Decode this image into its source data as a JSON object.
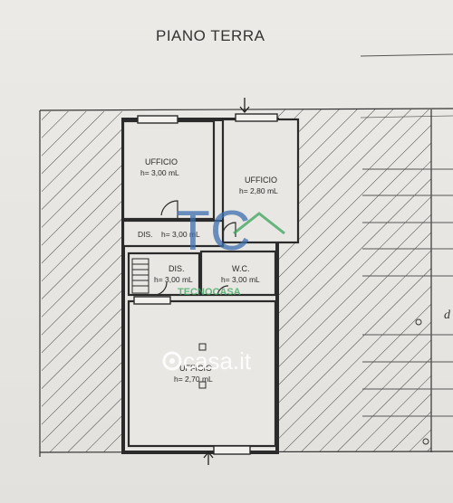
{
  "title": "PIANO TERRA",
  "rooms": [
    {
      "id": "ufficio-1",
      "name": "UFFICIO",
      "height": "h= 3,00 mL"
    },
    {
      "id": "ufficio-2",
      "name": "UFFICIO",
      "height": "h= 2,80 mL"
    },
    {
      "id": "dis-1",
      "name": "DIS.",
      "height": "h= 3,00 mL"
    },
    {
      "id": "dis-2",
      "name": "DIS.",
      "height": "h= 3,00 mL"
    },
    {
      "id": "wc",
      "name": "W.C.",
      "height": "h= 3,00 mL"
    },
    {
      "id": "ufficio-3",
      "name": "UFFICIO",
      "height": "h= 2,70 mL"
    }
  ],
  "watermarks": {
    "logo_letters": "TC",
    "logo_sub": "TECNOCASA",
    "site": "casa.it"
  },
  "colors": {
    "wall": "#2b2b2b",
    "hatch": "#3a3a3a",
    "logo_blue": "#3d6fb0",
    "logo_green": "#39a35a",
    "watermark_white": "#ffffff"
  }
}
